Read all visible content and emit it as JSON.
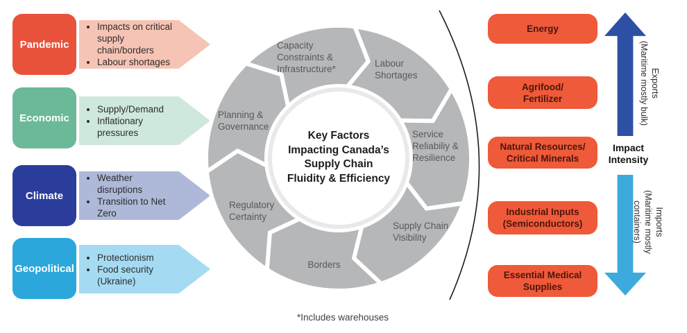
{
  "palette": {
    "pandemic": "#e8523a",
    "pandemic_arrow": "#f6c4b4",
    "economic": "#6bb999",
    "economic_arrow": "#cee8dc",
    "climate": "#2b3d9a",
    "climate_arrow": "#aeb8d8",
    "geopolitical": "#2ba7dc",
    "geopolitical_arrow": "#a5dbf2",
    "commodity_box": "#ee5a3a",
    "commodity_text": "#4c150b",
    "wheel_segment": "#b6b7b9",
    "exports_arrow": "#2d50a4",
    "imports_arrow": "#3daade"
  },
  "left_factors": [
    {
      "label": "Pandemic",
      "bullets": [
        "Impacts on critical supply chain/borders",
        "Labour shortages"
      ]
    },
    {
      "label": "Economic",
      "bullets": [
        "Supply/Demand",
        "Inflationary pressures"
      ]
    },
    {
      "label": "Climate",
      "bullets": [
        "Weather disruptions",
        "Transition to Net Zero"
      ]
    },
    {
      "label": "Geopolitical",
      "bullets": [
        "Protectionism",
        "Food security (Ukraine)"
      ]
    }
  ],
  "wheel": {
    "center_title": "Key Factors\nImpacting Canada’s\nSupply Chain\nFluidity & Efficiency",
    "segments": [
      {
        "label": "Capacity Constraints & Infrastructure*",
        "lines": [
          "Capacity",
          "Constraints &",
          "Infrastructure*"
        ]
      },
      {
        "label": "Labour Shortages",
        "lines": [
          "Labour",
          "Shortages"
        ]
      },
      {
        "label": "Service Reliabiliy & Resilience",
        "lines": [
          "Service",
          "Reliabiliy &",
          "Resilience"
        ]
      },
      {
        "label": "Supply Chain Visibility",
        "lines": [
          "Supply Chain",
          "Visibility"
        ]
      },
      {
        "label": "Borders",
        "lines": [
          "Borders"
        ]
      },
      {
        "label": "Regulatory Certainty",
        "lines": [
          "Regulatory",
          "Certainty"
        ]
      },
      {
        "label": "Planning & Governance",
        "lines": [
          "Planning &",
          "Governance"
        ]
      }
    ]
  },
  "right_commodities": [
    {
      "label": "Energy"
    },
    {
      "label": "Agrifood/\nFertilizer"
    },
    {
      "label": "Natural Resources/\nCritical Minerals"
    },
    {
      "label": "Industrial Inputs\n(Semiconductors)"
    },
    {
      "label": "Essential Medical\nSupplies"
    }
  ],
  "flows": {
    "exports_title": "Exports",
    "exports_subtitle": "(Maritime mostly bulk)",
    "imports_title": "Imports",
    "imports_subtitle": "(Maritime mostly containers)",
    "impact_label": "Impact\nIntensity"
  },
  "footnote": "*Includes warehouses"
}
